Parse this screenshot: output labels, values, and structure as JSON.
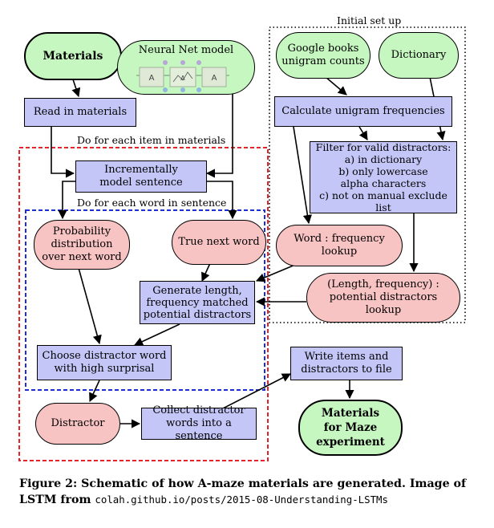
{
  "regions": {
    "initial_setup": "Initial set up",
    "each_item": "Do for each item in materials",
    "each_word": "Do for each word in sentence"
  },
  "nodes": {
    "materials": "Materials",
    "neural_net": "Neural Net model",
    "google_books": "Google books\nunigram counts",
    "dictionary": "Dictionary",
    "read_in": "Read in materials",
    "calc_unigram": "Calculate unigram frequencies",
    "filter": "Filter for valid distractors:\na) in dictionary\nb) only lowercase\nalpha characters\nc) not on manual exclude list",
    "incremental": "Incrementally\nmodel sentence",
    "prob_dist": "Probability\ndistribution\nover next word",
    "true_next": "True next word",
    "word_freq": "Word : frequency\nlookup",
    "generate": "Generate length,\nfrequency matched\npotential distractors",
    "length_freq": "(Length, frequency) :\npotential distractors\nlookup",
    "choose": "Choose distractor word\nwith high surprisal",
    "write_items": "Write items and\ndistractors to file",
    "distractor": "Distractor",
    "collect": "Collect distractor\nwords into a sentence",
    "materials_maze": "Materials\nfor Maze\nexperiment"
  },
  "lstm_image": {
    "cell_label_left": "A",
    "cell_label_mid": "A",
    "cell_label_right": "A"
  },
  "caption": {
    "prefix": "Figure 2:  Schematic of how A-maze materials are generated.  Image of LSTM from ",
    "url": "colah.github.io/posts/2015-08-Understanding-LSTMs"
  },
  "colors": {
    "rect_fill": "#c4c6f7",
    "green_fill": "#c6f7c0",
    "pink_fill": "#f8c3c3",
    "red_dash": "#e8202a",
    "blue_dash": "#1f2fd6",
    "black_dot": "#000000"
  }
}
